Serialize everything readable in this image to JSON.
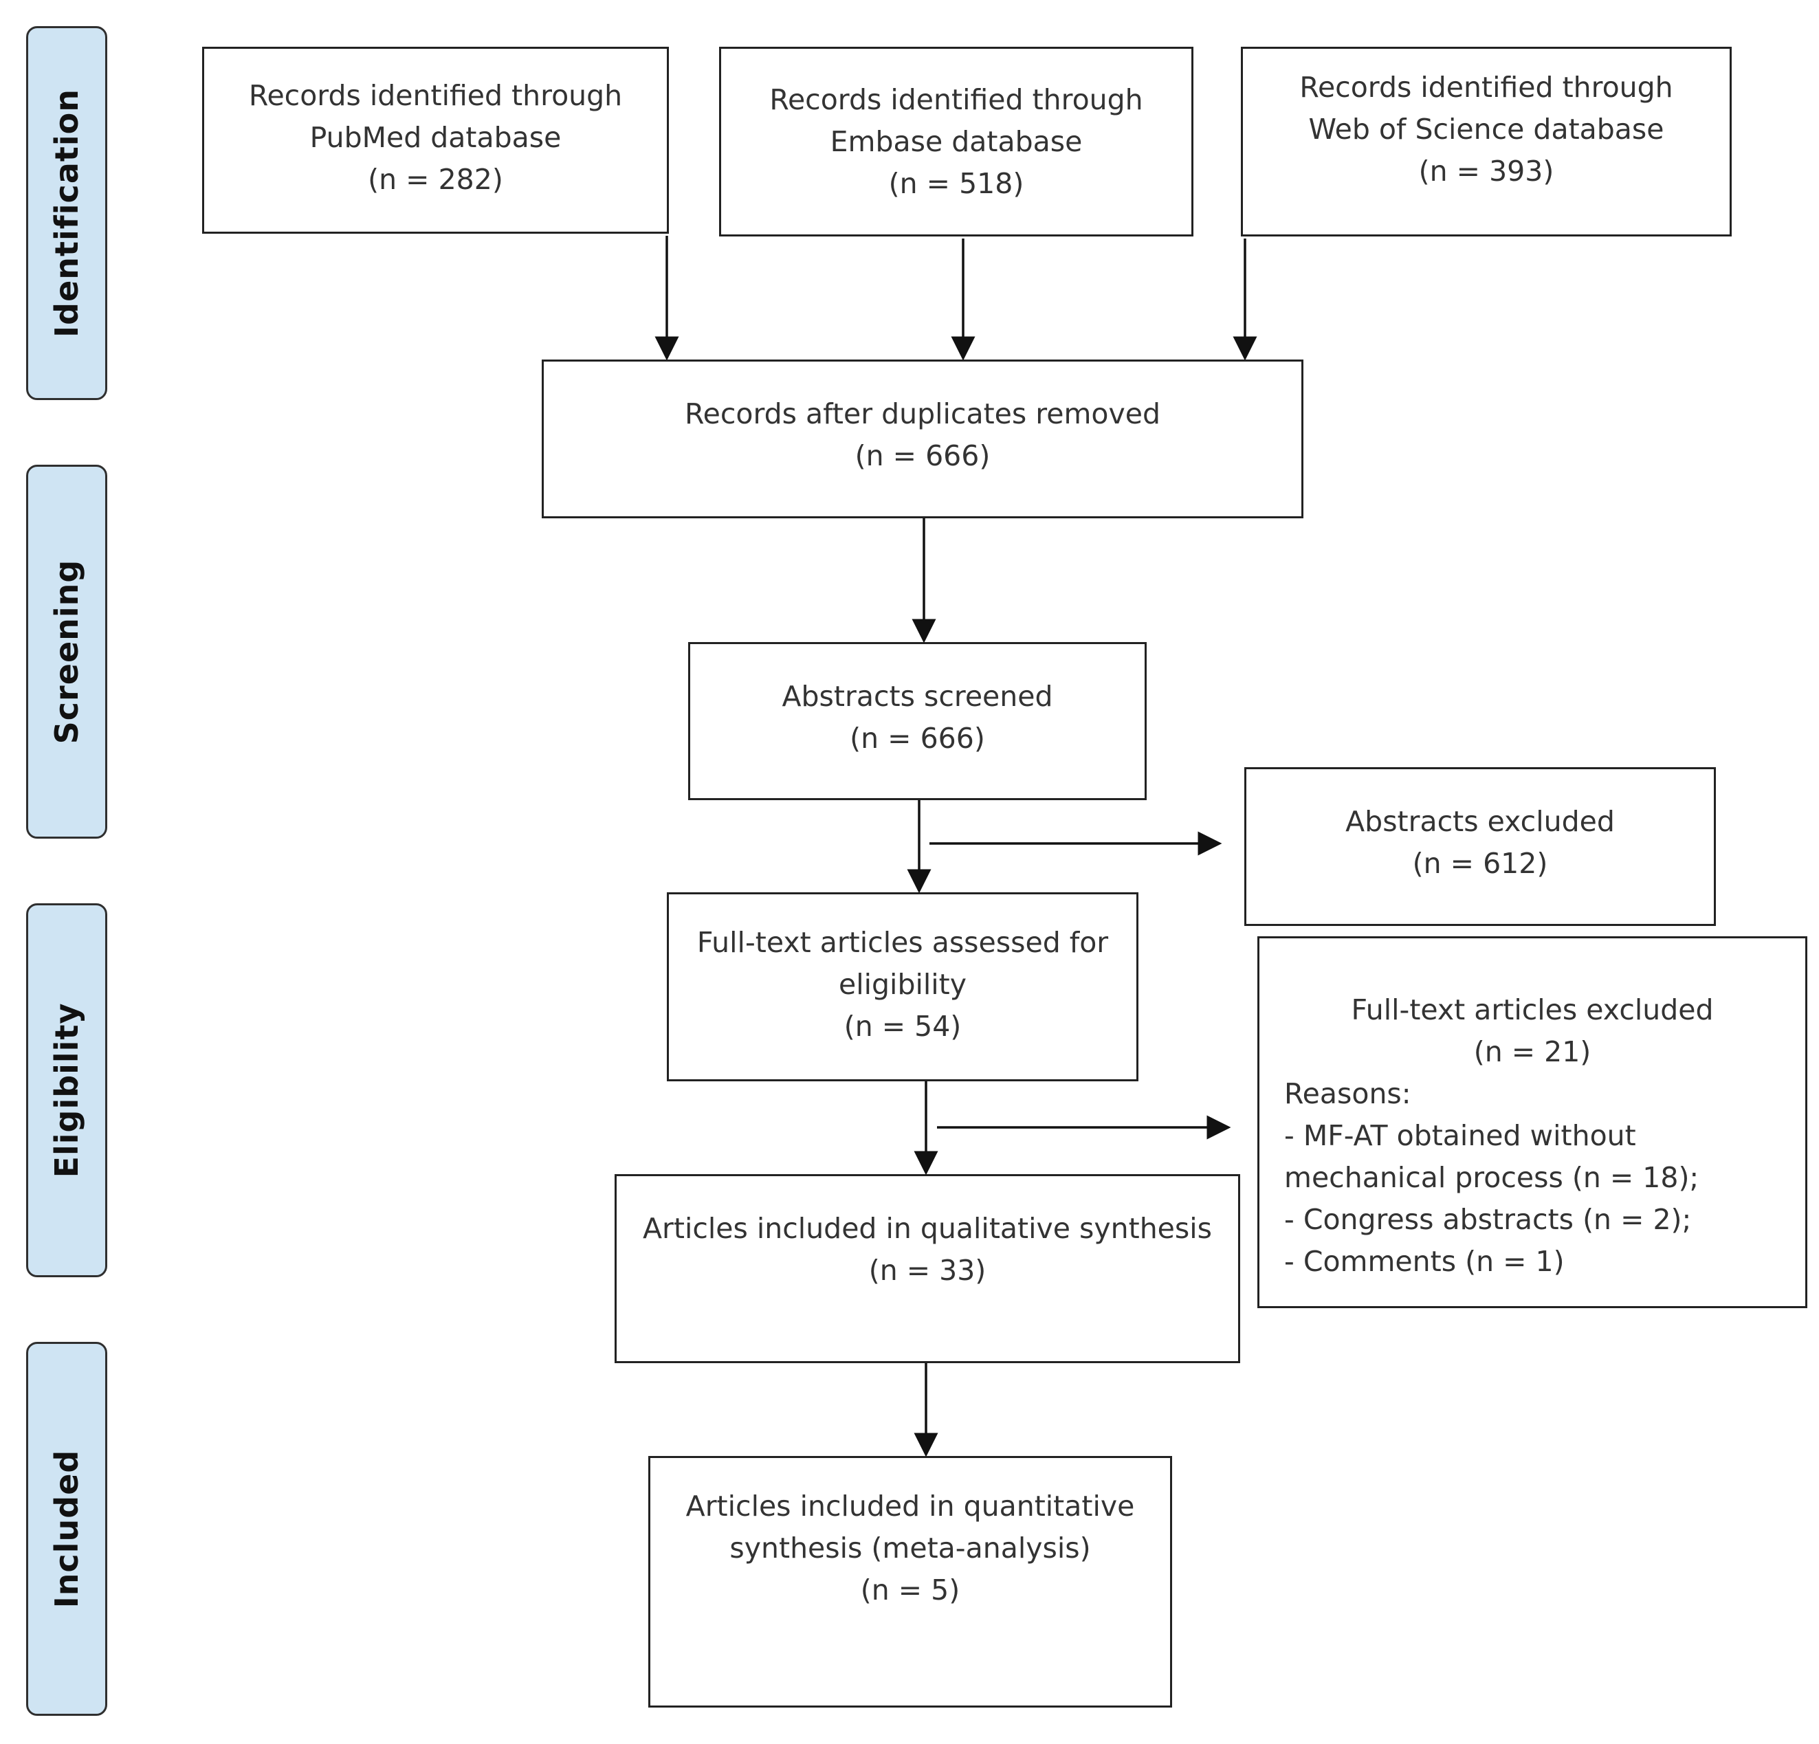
{
  "phases": {
    "identification": "Identification",
    "screening": "Screening",
    "eligibility": "Eligibility",
    "included": "Included"
  },
  "boxes": {
    "pubmed": {
      "line1": "Records identified through",
      "line2": "PubMed database",
      "count": "(n = 282)"
    },
    "embase": {
      "line1": "Records identified through",
      "line2": "Embase database",
      "count": "(n = 518)"
    },
    "wos": {
      "line1": "Records identified through",
      "line2": "Web of Science database",
      "count": "(n = 393)"
    },
    "duplicates_removed": {
      "text": "Records after duplicates removed",
      "count": "(n = 666)"
    },
    "abstracts_screened": {
      "text": "Abstracts screened",
      "count": "(n = 666)"
    },
    "abstracts_excluded": {
      "text": "Abstracts excluded",
      "count": "(n = 612)"
    },
    "fulltext_assessed": {
      "line1": "Full-text articles assessed for",
      "line2": "eligibility",
      "count": "(n = 54)"
    },
    "fulltext_excluded": {
      "text": "Full-text articles excluded",
      "count": "(n = 21)",
      "reasons_label": "Reasons:",
      "reasons": [
        "- MF-AT obtained without",
        "mechanical process (n = 18);",
        "- Congress abstracts (n = 2);",
        "- Comments (n = 1)"
      ]
    },
    "qualitative": {
      "text": "Articles included in qualitative synthesis",
      "count": "(n = 33)"
    },
    "quantitative": {
      "line1": "Articles included in quantitative",
      "line2": "synthesis (meta-analysis)",
      "count": "(n = 5)"
    }
  }
}
